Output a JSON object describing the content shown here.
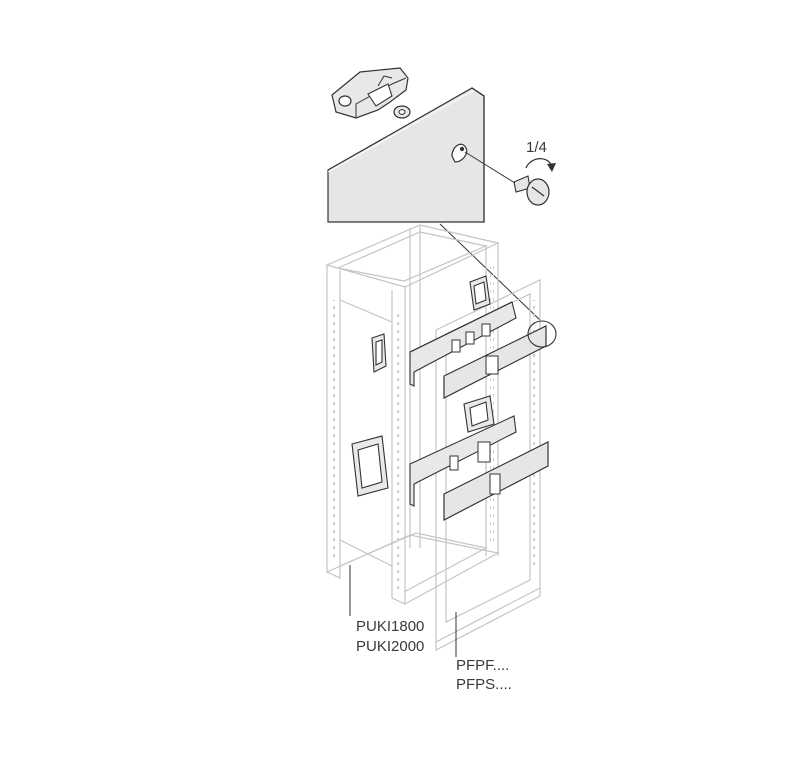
{
  "detail": {
    "rotation_label": "1/4"
  },
  "labels": {
    "frame_codes": [
      "PUKI1800",
      "PUKI2000"
    ],
    "panel_codes": [
      "PFPF....",
      "PFPS...."
    ]
  },
  "colors": {
    "panel_fill": "#e6e6e6",
    "line_dark": "#333333",
    "frame_line": "#c4c4c4",
    "text": "#3a3a3a"
  }
}
